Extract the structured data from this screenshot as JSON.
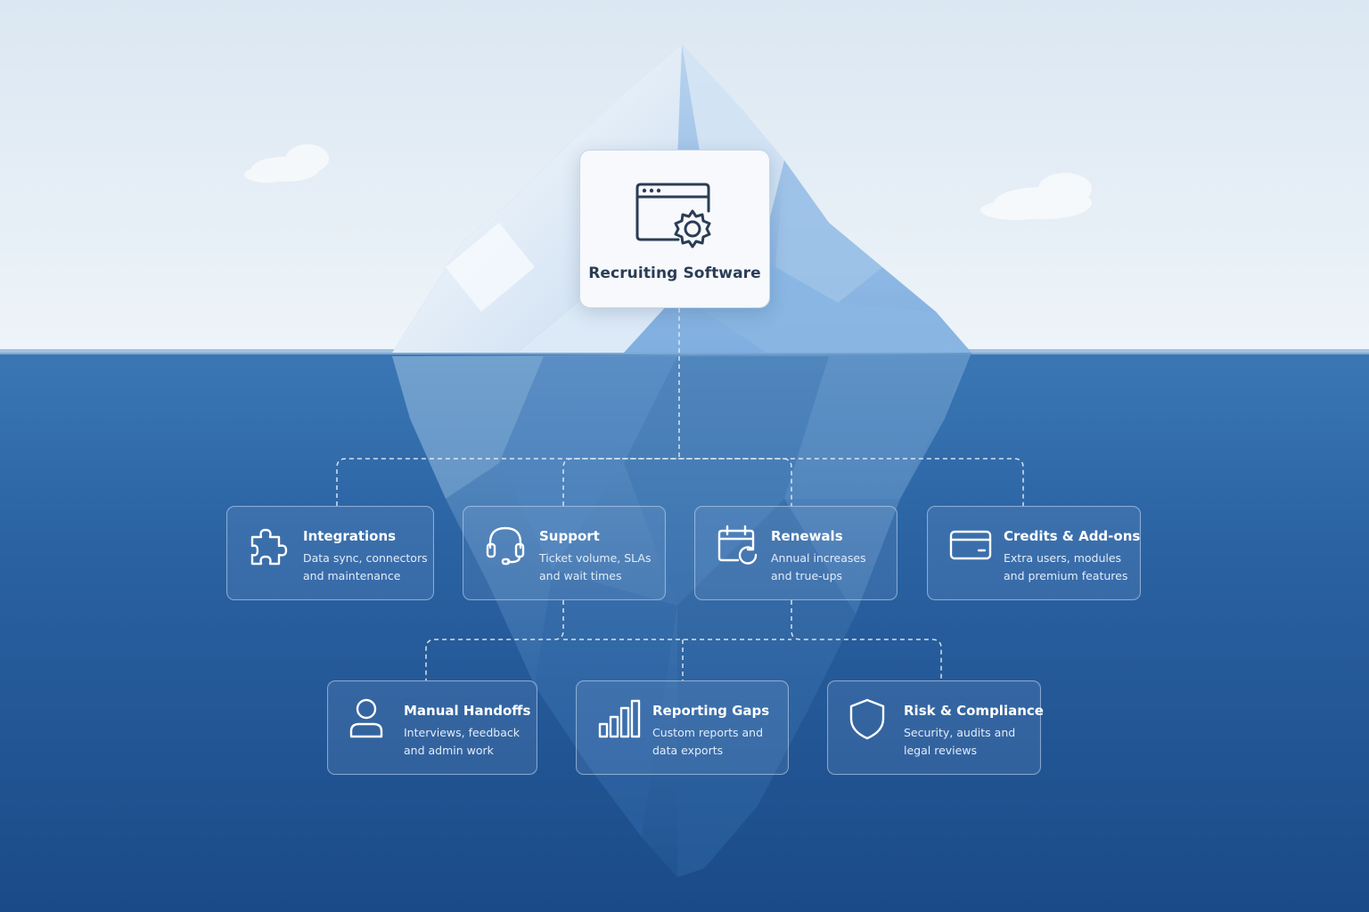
{
  "top": {
    "title": "Recruiting Software",
    "icon": "browser-gear-icon"
  },
  "cards": [
    {
      "id": "integrations",
      "title": "Integrations",
      "line1": "Data sync, connectors",
      "line2": "and maintenance",
      "icon": "puzzle-icon"
    },
    {
      "id": "support",
      "title": "Support",
      "line1": "Ticket volume, SLAs",
      "line2": "and wait times",
      "icon": "headset-icon"
    },
    {
      "id": "renewals",
      "title": "Renewals",
      "line1": "Annual increases",
      "line2": "and true-ups",
      "icon": "calendar-refresh-icon"
    },
    {
      "id": "credits",
      "title": "Credits & Add-ons",
      "line1": "Extra users, modules",
      "line2": "and premium features",
      "icon": "credit-card-icon"
    },
    {
      "id": "handoffs",
      "title": "Manual Handoffs",
      "line1": "Interviews, feedback",
      "line2": "and admin work",
      "icon": "person-icon"
    },
    {
      "id": "reporting",
      "title": "Reporting Gaps",
      "line1": "Custom reports and",
      "line2": "data exports",
      "icon": "bar-chart-icon"
    },
    {
      "id": "risk",
      "title": "Risk & Compliance",
      "line1": "Security, audits and",
      "line2": "legal reviews",
      "icon": "shield-icon"
    }
  ],
  "colors": {
    "sky_top": "#dfe9f3",
    "sky_bottom": "#eef4f9",
    "water_top": "#3f78b4",
    "water_bottom": "#1f4f8e",
    "card_border": "#c8def5"
  }
}
